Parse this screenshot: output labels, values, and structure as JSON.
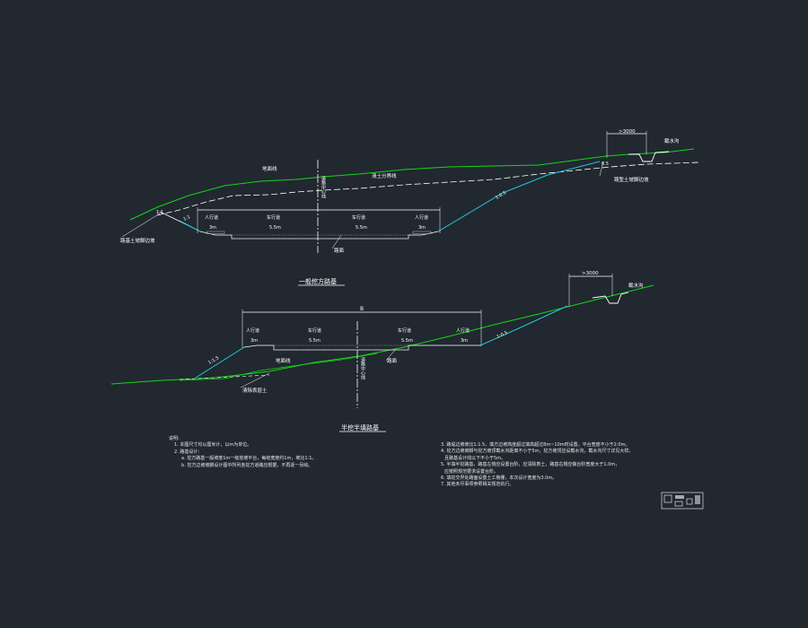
{
  "section1": {
    "title": "一般挖方路基",
    "centerline": "道路中心线",
    "lanes": [
      {
        "name": "人行道",
        "width": "3m"
      },
      {
        "name": "车行道",
        "width": "5.5m"
      },
      {
        "name": "车行道",
        "width": "5.5m"
      },
      {
        "name": "人行道",
        "width": "3m"
      }
    ],
    "top_width": ">3000",
    "labels": {
      "ground_line": "地面线",
      "fill_line": "清土分界线",
      "intercept_ditch": "截水沟",
      "slope_left": "1:1",
      "slope_right": "1:0.5",
      "platform": "1:1",
      "edge_left": "路基土坡脚边坡",
      "edge_right": "路堑土坡脚边坡",
      "pavement": "路面",
      "elevation": "0.5"
    }
  },
  "section2": {
    "title": "半挖半填路基",
    "centerline": "道路中心线",
    "dim": "B",
    "lanes": [
      {
        "name": "人行道",
        "width": "3m"
      },
      {
        "name": "车行道",
        "width": "5.5m"
      },
      {
        "name": "车行道",
        "width": "5.5m"
      },
      {
        "name": "人行道",
        "width": "3m"
      }
    ],
    "top_width": ">3000",
    "labels": {
      "intercept_ditch": "截水沟",
      "ground_line": "地面线",
      "fill_label": "清除表层土",
      "slope_left": "1:1.5",
      "slope_right": "1:0.5",
      "pavement": "路面"
    }
  },
  "notes": {
    "heading": "说明:",
    "left": [
      "1. 本图尺寸均以厘米计，以m为单位。",
      "2. 路基设计：",
      "   a. 挖方路基一般坡度1m一级放坡平台，每级宽度约1m，坡比1:1。",
      "   b. 挖方边坡坡脚设计图中所列各挖方道路应根据，不再逐一另绘。"
    ],
    "right": [
      "3. 路堤边坡坡比1:1.5，填方边坡高度超过填高超过8m~10m时设置，平台宽度不小于2.0m。",
      "4. 挖方边坡坡脚与挖方坡顶截水沟距离不小于5m，挖方坡顶应设截水沟，截水沟尺寸详见大样。",
      "   且路基设计线以下不小于5m。",
      "5. 半填半挖路基，路基左侧应设置台阶，应清除表土，路基右侧应做台阶宽度大于1.0m，",
      "   应按照规范要求设置台阶。",
      "6. 填挖交界处路面设置土工格栅，本次设计宽度为3.0m。",
      "7. 其他未尽事项参照相关规范执行。"
    ]
  },
  "colors": {
    "background": "#212830",
    "ground": "#16d416",
    "slope": "#22c6dc",
    "line": "#ffffff",
    "road": "#9aa0a6"
  }
}
